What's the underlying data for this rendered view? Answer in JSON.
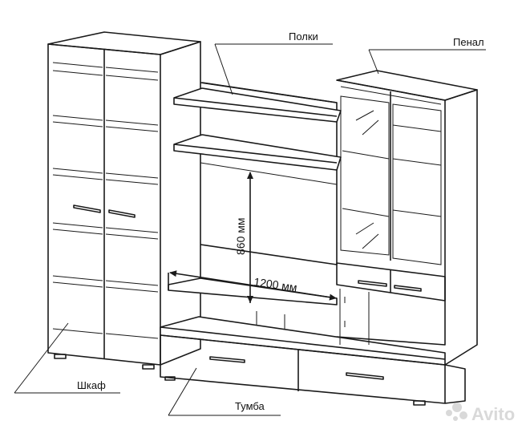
{
  "labels": {
    "shelves": "Полки",
    "pencil_case": "Пенал",
    "wardrobe": "Шкаф",
    "tv_stand": "Тумба"
  },
  "dimensions": {
    "height": "860 мм",
    "width": "1200 мм"
  },
  "watermark": "Avito",
  "colors": {
    "line": "#1a1a1a",
    "background": "#ffffff",
    "watermark": "#d9d9d9"
  }
}
